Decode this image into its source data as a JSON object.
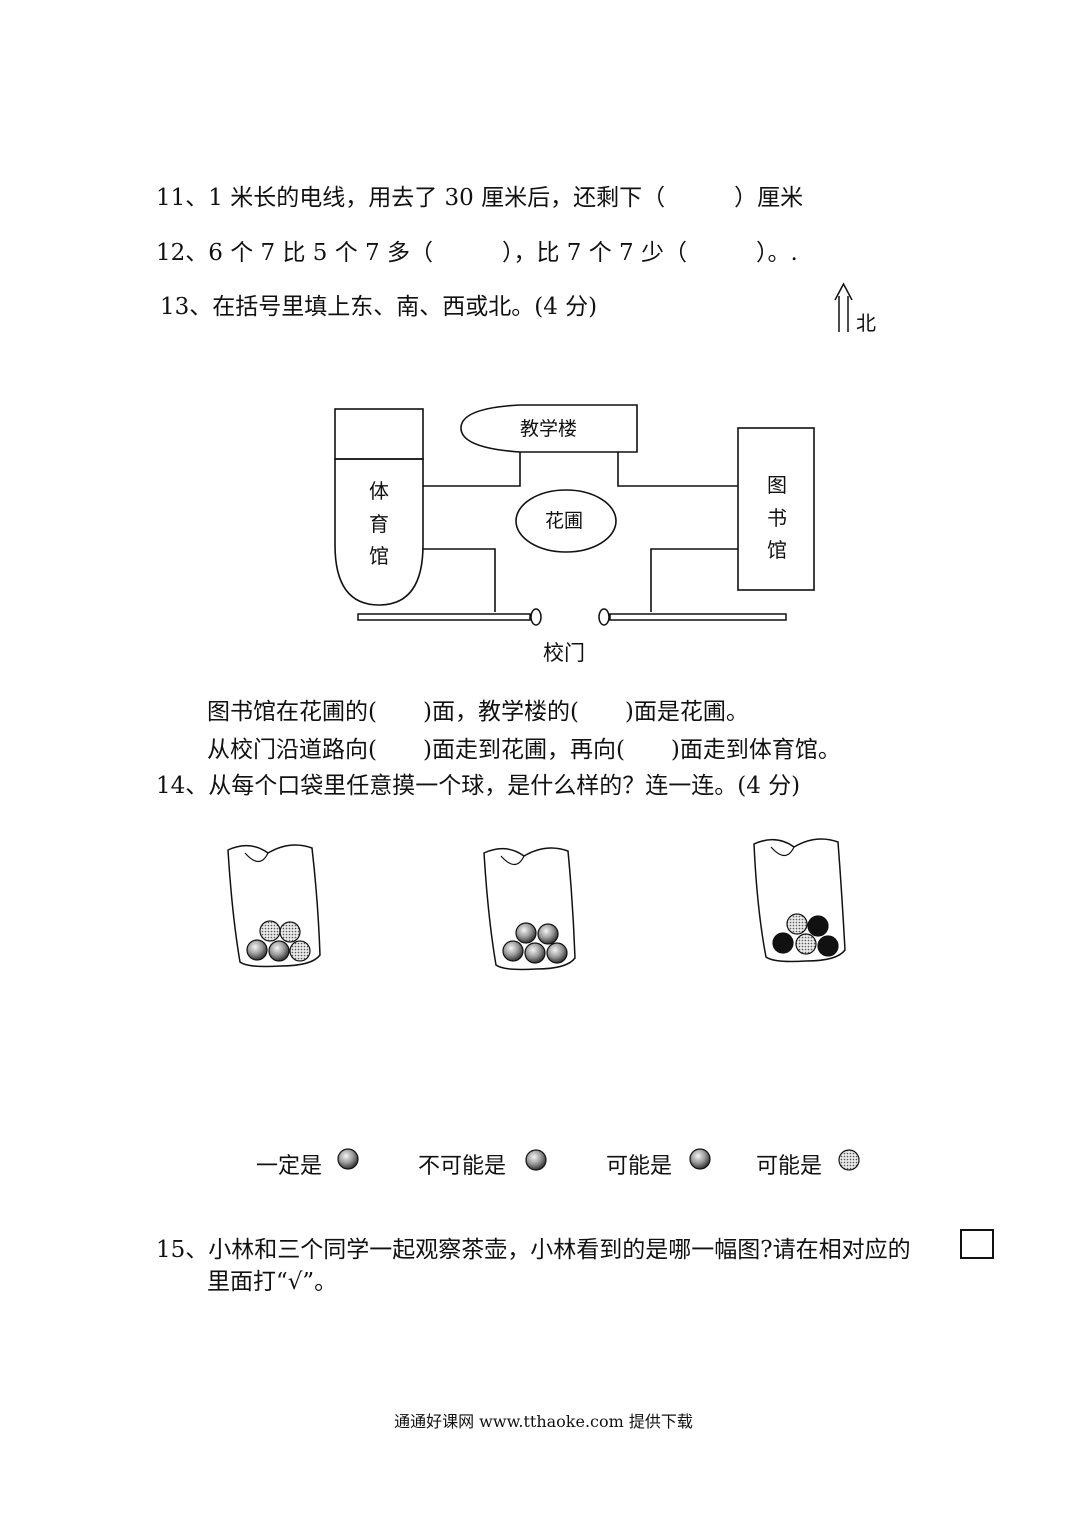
{
  "questions": {
    "q11": "11、1 米长的电线，用去了 30 厘米后，还剩下（　　　）厘米",
    "q12": "12、6 个 7 比 5 个 7 多（　　　），比 7 个 7 少（　　　）。.",
    "q13": "13、在括号里填上东、南、西或北。(4 分)",
    "q13_line1": "图书馆在花圃的(　　)面，教学楼的(　　)面是花圃。",
    "q13_line2": "从校门沿道路向(　　)面走到花圃，再向(　　)面走到体育馆。",
    "q14": "14、从每个口袋里任意摸一个球，是什么样的？连一连。(4 分)",
    "q15": "15、小林和三个同学一起观察茶壶，小林看到的是哪一幅图?请在相对应的",
    "q15_cont": "里面打“√”。"
  },
  "map": {
    "north_label": "北",
    "teaching_building": "教学楼",
    "garden": "花圃",
    "gym": [
      "体",
      "育",
      "馆"
    ],
    "library": [
      "图",
      "书",
      "馆"
    ],
    "gate": "校门"
  },
  "options": [
    {
      "text": "一定是",
      "ball": "gray"
    },
    {
      "text": "不可能是",
      "ball": "gray"
    },
    {
      "text": "可能是",
      "ball": "gray"
    },
    {
      "text": "可能是",
      "ball": "dotted"
    }
  ],
  "footer": "通通好课网  www.tthaoke.com  提供下载"
}
